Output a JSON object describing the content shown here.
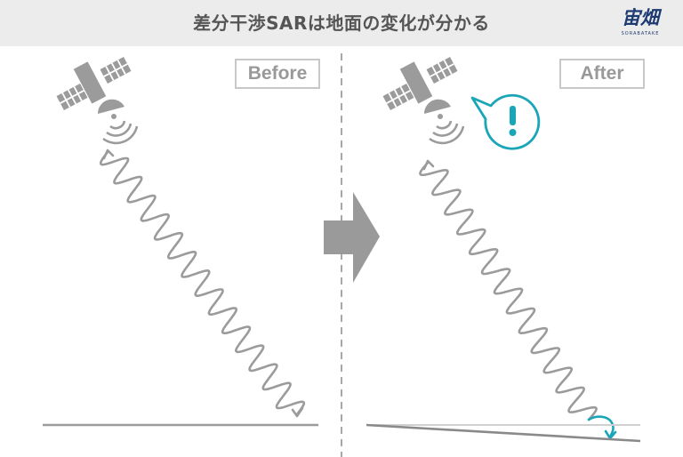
{
  "header": {
    "title": "差分干渉SARは地面の変化が分かる"
  },
  "logo": {
    "main": "宙畑",
    "sub": "SORABATAKE"
  },
  "panels": {
    "before_label": "Before",
    "after_label": "After"
  },
  "colors": {
    "header_bg": "#ececec",
    "gray_stroke": "#9b9b9b",
    "accent_teal": "#1aa6b7",
    "arrow_gray": "#9a9a9a"
  }
}
